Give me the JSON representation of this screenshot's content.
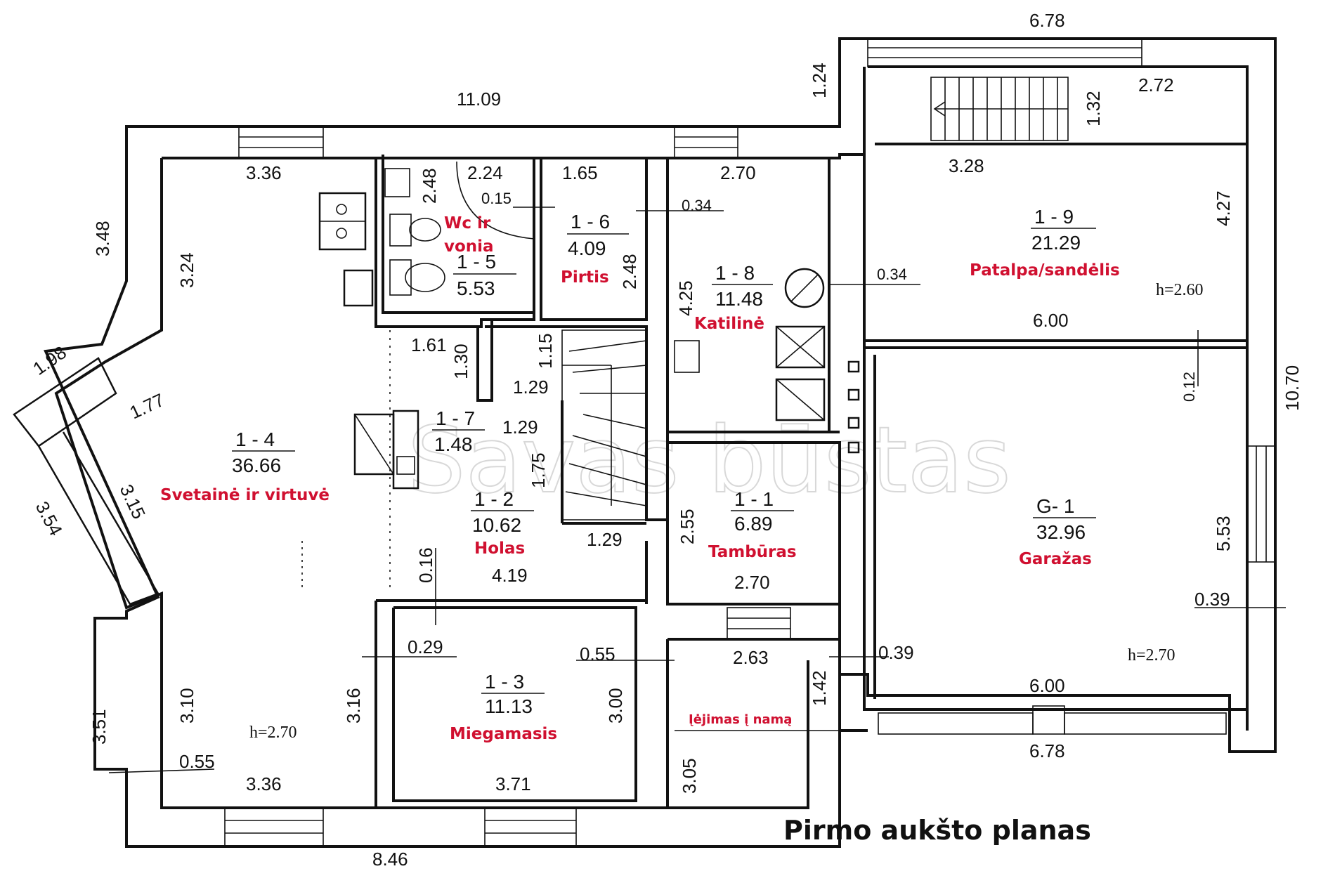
{
  "title": "Pirmo aukšto planas",
  "watermark": "Savas būstas",
  "rooms": [
    {
      "id": "1 - 1",
      "area": "6.89",
      "name": "Tambūras"
    },
    {
      "id": "1 - 2",
      "area": "10.62",
      "name": "Holas"
    },
    {
      "id": "1 - 3",
      "area": "11.13",
      "name": "Miegamasis"
    },
    {
      "id": "1 - 4",
      "area": "36.66",
      "name": "Svetainė ir virtuvė"
    },
    {
      "id": "1 - 5",
      "area": "5.53",
      "name": "Wc ir vonia"
    },
    {
      "id": "1 - 6",
      "area": "4.09",
      "name": "Pirtis"
    },
    {
      "id": "1 - 7",
      "area": "1.48",
      "name": ""
    },
    {
      "id": "1 - 8",
      "area": "11.48",
      "name": "Katilinė"
    },
    {
      "id": "1 - 9",
      "area": "21.29",
      "name": "Patalpa/sandėlis"
    },
    {
      "id": "G- 1",
      "area": "32.96",
      "name": "Garažas"
    }
  ],
  "wc_label": {
    "line1": "Wc ir",
    "line2": "vonia"
  },
  "entrance_label": "Įėjimas į namą",
  "heights": {
    "storage": "h=2.60",
    "garage": "h=2.70",
    "living": "h=2.70"
  },
  "dimensions": {
    "top_garage": "6.78",
    "top_main": "11.09",
    "bottom_main": "8.46",
    "bottom_garage": "6.78",
    "right_total": "10.70",
    "step_top": "1.24",
    "left_upper": "3.48",
    "bay_top": "1.98",
    "bay_side": "3.54",
    "bay_inner_top": "1.77",
    "bay_inner_side": "3.15",
    "left_lower": "3.51",
    "liv_top": "3.36",
    "liv_side_top": "3.24",
    "liv_side_bottom": "3.10",
    "liv_bottom": "3.36",
    "liv_ext": "0.55",
    "liv_inner": "3.16",
    "bath_h": "2.48",
    "bath_w": "2.24",
    "bath_wall": "0.15",
    "sauna_w": "1.65",
    "sauna_h": "2.48",
    "boiler_w": "2.70",
    "boiler_wall": "0.34",
    "boiler_h": "4.25",
    "storage_wall": "0.34",
    "stair_h": "1.32",
    "stair_top": "2.72",
    "stair_w": "3.28",
    "storage_h": "4.27",
    "storage_bottom": "6.00",
    "garage_wall": "0.12",
    "garage_side": "5.53",
    "garage_ext": "0.39",
    "garage_wall2": "0.39",
    "garage_bottom": "6.00",
    "closet_w": "1.61",
    "closet_h": "1.30",
    "closet_x": "1.15",
    "closet_d": "1.29",
    "hall_w1": "1.29",
    "hall_h": "1.75",
    "hall_w2": "1.29",
    "hall_wall": "0.16",
    "hall_bottom": "4.19",
    "vest_h": "2.55",
    "vest_w": "2.70",
    "bed_wall": "0.29",
    "bed_wall2": "0.55",
    "bed_h": "3.00",
    "bed_w": "3.71",
    "entry_w": "2.63",
    "entry_h": "1.42",
    "entry_out": "3.05"
  },
  "colors": {
    "label": "#d01030",
    "lines": "#111111"
  }
}
